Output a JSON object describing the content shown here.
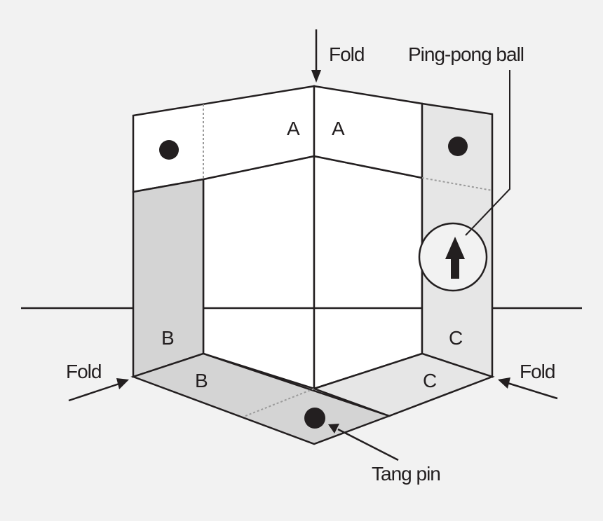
{
  "labels": {
    "fold_top": "Fold",
    "fold_left": "Fold",
    "fold_right": "Fold",
    "ping_pong_ball": "Ping-pong ball",
    "tang_pin": "Tang pin",
    "panel_a_left": "A",
    "panel_a_right": "A",
    "panel_b_vertical": "B",
    "panel_b_bottom": "B",
    "panel_c_vertical": "C",
    "panel_c_bottom": "C"
  },
  "colors": {
    "background": "#f2f2f2",
    "outline": "#231f20",
    "white_panel": "#ffffff",
    "shaded_panel_dark": "#d4d4d4",
    "shaded_panel_light": "#e6e6e6",
    "dotted_line": "#9a9a9a"
  }
}
